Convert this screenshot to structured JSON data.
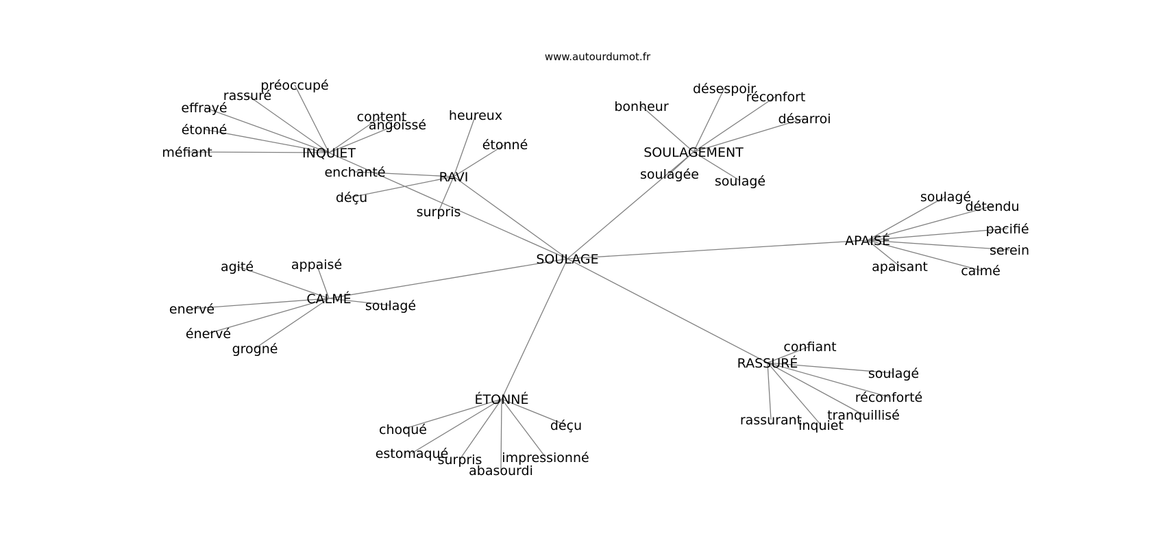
{
  "site": "www.autourdumot.fr",
  "edge_color": "#808080",
  "center": "SOULAGE",
  "groups": [
    {
      "hub": "INQUIET",
      "leaves": [
        "préoccupé",
        "rassuré",
        "effrayé",
        "étonné",
        "méfiant",
        "content",
        "angoissé"
      ]
    },
    {
      "hub": "RAVI",
      "leaves": [
        "heureux",
        "étonné",
        "enchanté",
        "déçu",
        "surpris"
      ]
    },
    {
      "hub": "SOULAGEMENT",
      "leaves": [
        "bonheur",
        "désespoir",
        "réconfort",
        "désarroi",
        "soulagée",
        "soulagé"
      ]
    },
    {
      "hub": "APAISÉ",
      "leaves": [
        "soulagé",
        "détendu",
        "pacifié",
        "serein",
        "calmé",
        "apaisant"
      ]
    },
    {
      "hub": "CALMÉ",
      "leaves": [
        "agité",
        "appaisé",
        "enervé",
        "énervé",
        "grogné",
        "soulagé"
      ]
    },
    {
      "hub": "RASSURÉ",
      "leaves": [
        "confiant",
        "soulagé",
        "réconforté",
        "tranquillisé",
        "inquiet",
        "rassurant"
      ]
    },
    {
      "hub": "ÉTONNÉ",
      "leaves": [
        "choqué",
        "estomaqué",
        "surpris",
        "abasourdi",
        "impressionné",
        "déçu"
      ]
    }
  ]
}
